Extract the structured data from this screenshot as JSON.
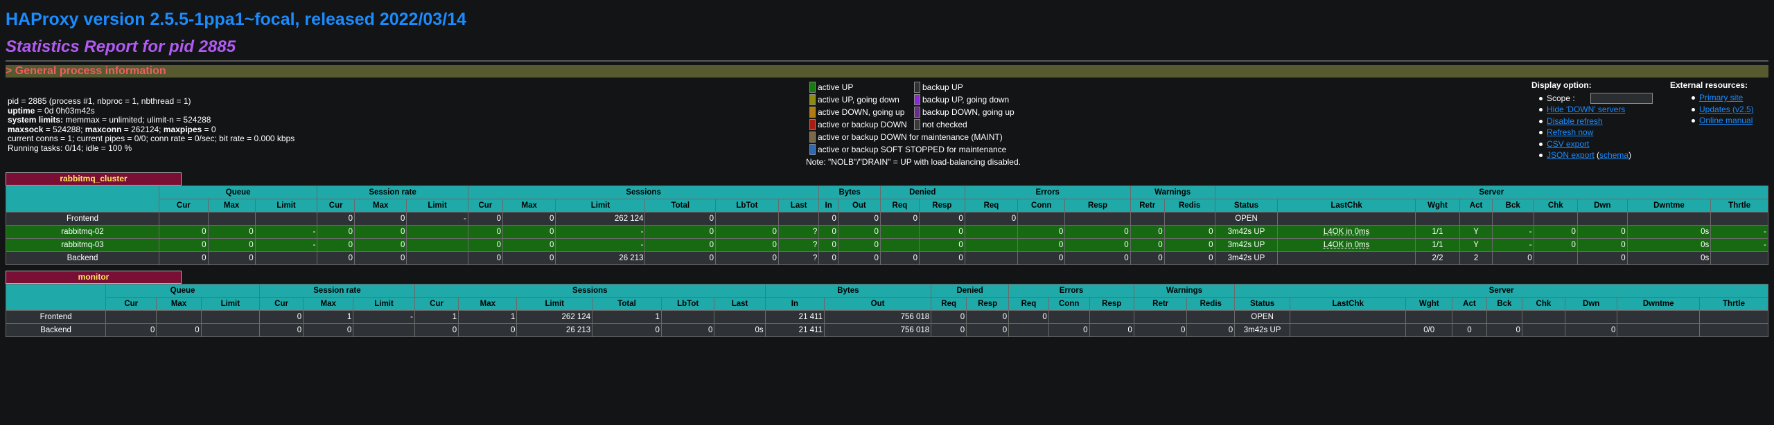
{
  "title": "HAProxy version 2.5.5-1ppa1~focal, released 2022/03/14",
  "subtitle": "Statistics Report for pid 2885",
  "section_header": "> General process information",
  "process_info": {
    "line1": "pid = 2885 (process #1, nbproc = 1, nbthread = 1)",
    "uptime_label": "uptime",
    "uptime_value": " = 0d 0h03m42s",
    "syslimits_label": "system limits:",
    "syslimits_value": " memmax = unlimited; ulimit-n = 524288",
    "maxsock_label": "maxsock",
    "maxsock_value": " = 524288; ",
    "maxconn_label": "maxconn",
    "maxconn_value": " = 262124; ",
    "maxpipes_label": "maxpipes",
    "maxpipes_value": " = 0",
    "line5": "current conns = 1; current pipes = 0/0; conn rate = 0/sec; bit rate = 0.000 kbps",
    "line6": "Running tasks: 0/14; idle = 100 %"
  },
  "legend": {
    "active_up": "active UP",
    "active_up_going_down": "active UP, going down",
    "active_down_going_up": "active DOWN, going up",
    "active_or_backup_down": "active or backup DOWN",
    "maint": "active or backup DOWN for maintenance (MAINT)",
    "soft_stopped": "active or backup SOFT STOPPED for maintenance",
    "backup_up": "backup UP",
    "backup_up_going_down": "backup UP, going down",
    "backup_down_going_up": "backup DOWN, going up",
    "not_checked": "not checked",
    "note": "Note: \"NOLB\"/\"DRAIN\" = UP with load-balancing disabled.",
    "colors": {
      "active_up": "#1a7a12",
      "active_up_going_down": "#8c8c12",
      "active_down_going_up": "#b07c12",
      "active_or_backup_down": "#a81e12",
      "maint": "#7a6a4a",
      "soft_stopped": "#2f6ab0",
      "backup_up": "#2e3236",
      "backup_up_going_down": "#8a2ad0",
      "backup_down_going_up": "#6a2e8a",
      "not_checked": "#3a3a3a"
    }
  },
  "display_options": {
    "heading": "Display option:",
    "scope_label": "Scope : ",
    "items": [
      "Hide 'DOWN' servers",
      "Disable refresh",
      "Refresh now",
      "CSV export"
    ],
    "json_export": "JSON export",
    "schema_open": " (",
    "schema": "schema",
    "schema_close": ")"
  },
  "external_resources": {
    "heading": "External resources:",
    "items": [
      "Primary site",
      "Updates (v2.5)",
      "Online manual"
    ]
  },
  "proxies": {
    "rabbitmq": {
      "name": "rabbitmq_cluster",
      "groups": [
        "Queue",
        "Session rate",
        "Sessions",
        "Bytes",
        "Denied",
        "Errors",
        "Warnings",
        "Server"
      ],
      "columns": [
        "Cur",
        "Max",
        "Limit",
        "Cur",
        "Max",
        "Limit",
        "Cur",
        "Max",
        "Limit",
        "Total",
        "LbTot",
        "Last",
        "In",
        "Out",
        "Req",
        "Resp",
        "Req",
        "Conn",
        "Resp",
        "Retr",
        "Redis",
        "Status",
        "LastChk",
        "Wght",
        "Act",
        "Bck",
        "Chk",
        "Dwn",
        "Dwntme",
        "Thrtle"
      ],
      "rows": [
        [
          "Frontend",
          "",
          "",
          "",
          "0",
          "0",
          "-",
          "0",
          "0",
          "262 124",
          "0",
          "",
          "",
          "0",
          "0",
          "0",
          "0",
          "0",
          "",
          "",
          "",
          "",
          "OPEN",
          "",
          "",
          "",
          "",
          "",
          "",
          "",
          ""
        ],
        [
          "rabbitmq-02",
          "0",
          "0",
          "-",
          "0",
          "0",
          "",
          "0",
          "0",
          "-",
          "0",
          "0",
          "?",
          "0",
          "0",
          "",
          "0",
          "",
          "0",
          "0",
          "0",
          "0",
          "3m42s UP",
          "L4OK in 0ms",
          "1/1",
          "Y",
          "-",
          "0",
          "0",
          "0s",
          "-"
        ],
        [
          "rabbitmq-03",
          "0",
          "0",
          "-",
          "0",
          "0",
          "",
          "0",
          "0",
          "-",
          "0",
          "0",
          "?",
          "0",
          "0",
          "",
          "0",
          "",
          "0",
          "0",
          "0",
          "0",
          "3m42s UP",
          "L4OK in 0ms",
          "1/1",
          "Y",
          "-",
          "0",
          "0",
          "0s",
          "-"
        ],
        [
          "Backend",
          "0",
          "0",
          "",
          "0",
          "0",
          "",
          "0",
          "0",
          "26 213",
          "0",
          "0",
          "?",
          "0",
          "0",
          "0",
          "0",
          "",
          "0",
          "0",
          "0",
          "0",
          "3m42s UP",
          "",
          "2/2",
          "2",
          "0",
          "",
          "0",
          "0s",
          ""
        ]
      ]
    },
    "monitor": {
      "name": "monitor",
      "groups": [
        "Queue",
        "Session rate",
        "Sessions",
        "Bytes",
        "Denied",
        "Errors",
        "Warnings",
        "Server"
      ],
      "columns": [
        "Cur",
        "Max",
        "Limit",
        "Cur",
        "Max",
        "Limit",
        "Cur",
        "Max",
        "Limit",
        "Total",
        "LbTot",
        "Last",
        "In",
        "Out",
        "Req",
        "Resp",
        "Req",
        "Conn",
        "Resp",
        "Retr",
        "Redis",
        "Status",
        "LastChk",
        "Wght",
        "Act",
        "Bck",
        "Chk",
        "Dwn",
        "Dwntme",
        "Thrtle"
      ],
      "rows": [
        [
          "Frontend",
          "",
          "",
          "",
          "0",
          "1",
          "-",
          "1",
          "1",
          "262 124",
          "1",
          "",
          "",
          "21 411",
          "756 018",
          "0",
          "0",
          "0",
          "",
          "",
          "",
          "",
          "OPEN",
          "",
          "",
          "",
          "",
          "",
          "",
          "",
          ""
        ],
        [
          "Backend",
          "0",
          "0",
          "",
          "0",
          "0",
          "",
          "0",
          "0",
          "26 213",
          "0",
          "0",
          "0s",
          "21 411",
          "756 018",
          "0",
          "0",
          "",
          "0",
          "0",
          "0",
          "0",
          "3m42s UP",
          "",
          "0/0",
          "0",
          "0",
          "",
          "0",
          "",
          ""
        ]
      ]
    }
  }
}
